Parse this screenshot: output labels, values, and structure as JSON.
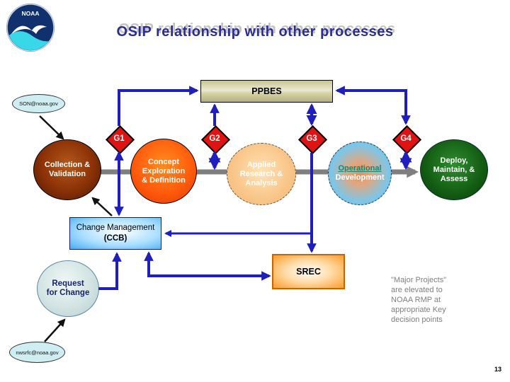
{
  "slide": {
    "title": "OSIP relationship with other processes",
    "page_number": "13"
  },
  "logo": {
    "label": "NOAA"
  },
  "annotations": {
    "son_email": "SON@noaa.gov",
    "rfc_email": "nwsrfc@noaa.gov",
    "major_projects_note": "\"Major Projects\"\nare elevated to\nNOAA RMP at\nappropriate Key\ndecision points"
  },
  "nodes": {
    "ppbes": {
      "label": "PPBES"
    },
    "srec": {
      "label": "SREC"
    },
    "ccb": {
      "lines": [
        "Change Management",
        "(CCB)"
      ]
    },
    "request_for_change": {
      "lines": [
        "Request",
        "for Change"
      ]
    },
    "gates": [
      {
        "label": "G1"
      },
      {
        "label": "G2"
      },
      {
        "label": "G3"
      },
      {
        "label": "G4"
      }
    ],
    "phases": [
      {
        "lines": [
          "Collection &",
          "Validation"
        ]
      },
      {
        "lines": [
          "Concept",
          "Exploration",
          "& Definition"
        ]
      },
      {
        "lines": [
          "Applied",
          "Research &",
          "Analysis"
        ]
      },
      {
        "lines": [
          "Operational",
          "Development"
        ]
      },
      {
        "lines": [
          "Deploy,",
          "Maintain, &",
          "Assess"
        ]
      }
    ]
  },
  "colors": {
    "title_navy": "#2d2d8e",
    "gate_red": "#e01212",
    "arrow_blue": "#1f1fbe",
    "process_line_gray": "#7f7f7f",
    "note_gray": "#7f7f7f",
    "operational_teal": "#0e8a78",
    "ppbes_khaki": "#d6d2a2",
    "srec_orange": "#ff9c2a",
    "ccb_blue": "#45aef0"
  }
}
